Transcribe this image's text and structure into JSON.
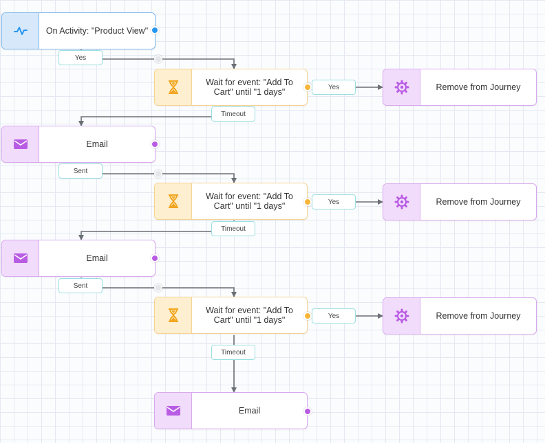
{
  "nodes": {
    "trigger": {
      "label": "On Activity: \"Product View\"",
      "icon": "activity-pulse-icon"
    },
    "wait1": {
      "label": "Wait for event: \"Add To Cart\" until \"1 days\"",
      "icon": "hourglass-icon"
    },
    "remove1": {
      "label": "Remove from Journey",
      "icon": "gear-icon"
    },
    "email1": {
      "label": "Email",
      "icon": "envelope-icon"
    },
    "wait2": {
      "label": "Wait for event: \"Add To Cart\" until \"1 days\"",
      "icon": "hourglass-icon"
    },
    "remove2": {
      "label": "Remove from Journey",
      "icon": "gear-icon"
    },
    "email2": {
      "label": "Email",
      "icon": "envelope-icon"
    },
    "wait3": {
      "label": "Wait for event: \"Add To Cart\" until \"1 days\"",
      "icon": "hourglass-icon"
    },
    "remove3": {
      "label": "Remove from Journey",
      "icon": "gear-icon"
    },
    "email3": {
      "label": "Email",
      "icon": "envelope-icon"
    }
  },
  "edges": {
    "trigger_yes": "Yes",
    "wait1_yes": "Yes",
    "wait1_timeout": "Timeout",
    "email1_sent": "Sent",
    "wait2_yes": "Yes",
    "wait2_timeout": "Timeout",
    "email2_sent": "Sent",
    "wait3_yes": "Yes",
    "wait3_timeout": "Timeout"
  },
  "colors": {
    "trigger": "#2496f0",
    "wait": "#f7b53a",
    "email": "#b95ce4",
    "connector": "#6b6f76",
    "label_border": "#9cdfe2"
  }
}
